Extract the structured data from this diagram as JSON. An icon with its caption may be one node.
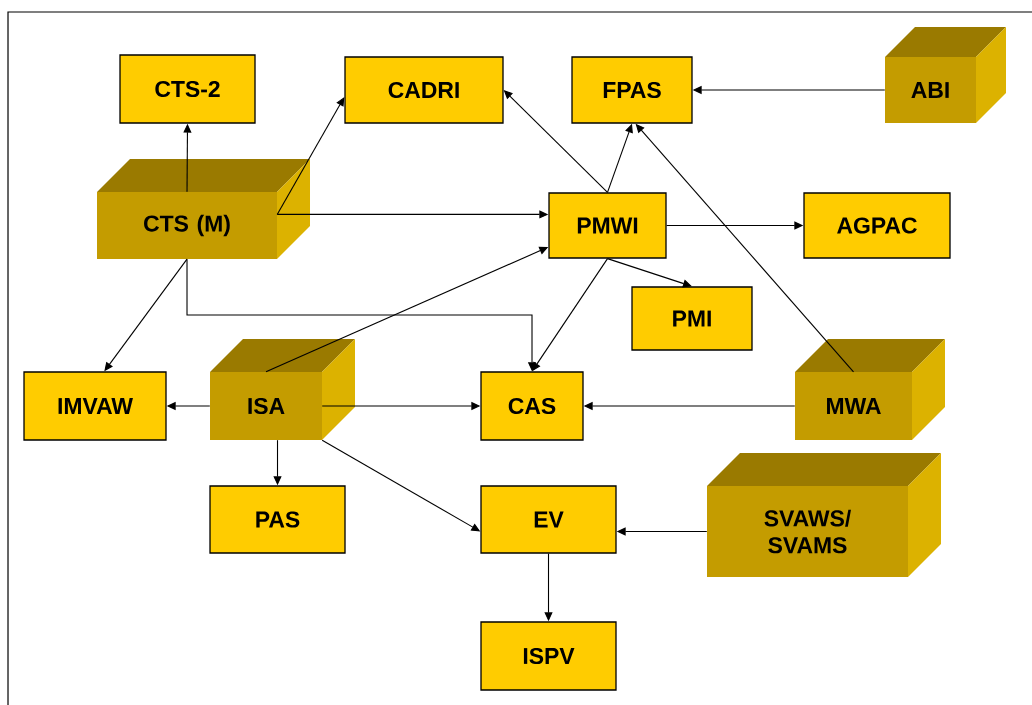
{
  "diagram": {
    "nodes": [
      {
        "text": [
          "CTS-2"
        ]
      },
      {
        "text": [
          "CADRI"
        ]
      },
      {
        "text": [
          "FPAS"
        ]
      },
      {
        "text": [
          "ABI"
        ]
      },
      {
        "text": [
          "CTS (M)"
        ]
      },
      {
        "text": [
          "PMWI"
        ]
      },
      {
        "text": [
          "AGPAC"
        ]
      },
      {
        "text": [
          "PMI"
        ]
      },
      {
        "text": [
          "IMVAW"
        ]
      },
      {
        "text": [
          "ISA"
        ]
      },
      {
        "text": [
          "CAS"
        ]
      },
      {
        "text": [
          "MWA"
        ]
      },
      {
        "text": [
          "PAS"
        ]
      },
      {
        "text": [
          "EV"
        ]
      },
      {
        "text": [
          "SVAWS/ SVAMS"
        ]
      },
      {
        "text": [
          "ISPV"
        ]
      }
    ],
    "edges": [
      {
        "from": 4,
        "to": 0,
        "arrow": "to"
      },
      {
        "from": 4,
        "to": 1,
        "arrow": "to"
      },
      {
        "from": 4,
        "to": 5,
        "arrow": "to"
      },
      {
        "from": 5,
        "to": 1,
        "arrow": "to"
      },
      {
        "from": 5,
        "to": 2,
        "arrow": "to"
      },
      {
        "from": 11,
        "to": 2,
        "arrow": "to"
      },
      {
        "from": 3,
        "to": 2,
        "arrow": "to"
      },
      {
        "from": 5,
        "to": 6,
        "arrow": "to"
      },
      {
        "from": 5,
        "to": 7,
        "arrow": "to"
      },
      {
        "from": 5,
        "to": 10,
        "arrow": "to"
      },
      {
        "from": 4,
        "to": 10,
        "arrow": "to"
      },
      {
        "from": 4,
        "to": 8,
        "arrow": "to"
      },
      {
        "from": 9,
        "to": 5,
        "arrow": "to"
      },
      {
        "from": 9,
        "to": 8,
        "arrow": "to"
      },
      {
        "from": 9,
        "to": 10,
        "arrow": "to"
      },
      {
        "from": 11,
        "to": 10,
        "arrow": "to"
      },
      {
        "from": 9,
        "to": 12,
        "arrow": "to"
      },
      {
        "from": 9,
        "to": 13,
        "arrow": "to"
      },
      {
        "from": 14,
        "to": 13,
        "arrow": "to"
      },
      {
        "from": 13,
        "to": 15,
        "arrow": "to"
      }
    ]
  }
}
